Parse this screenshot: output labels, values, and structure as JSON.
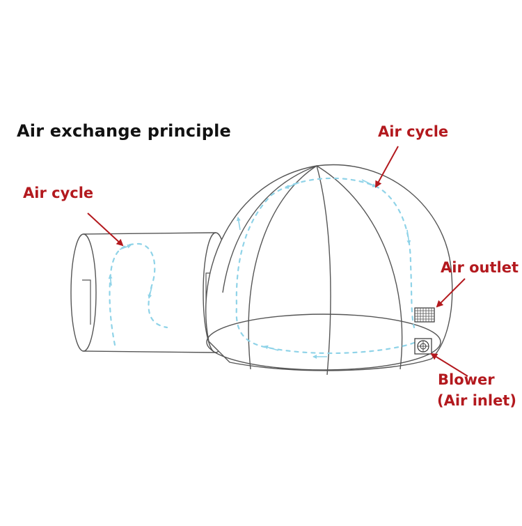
{
  "title": "Air exchange principle",
  "labels": {
    "air_cycle_left": "Air cycle",
    "air_cycle_right": "Air cycle",
    "air_outlet": "Air outlet",
    "blower": "Blower",
    "air_inlet": "(Air inlet)"
  },
  "colors": {
    "label_red": "#b3191e",
    "outline": "#555555",
    "airflow": "#8fd3e8",
    "title": "#111111"
  }
}
